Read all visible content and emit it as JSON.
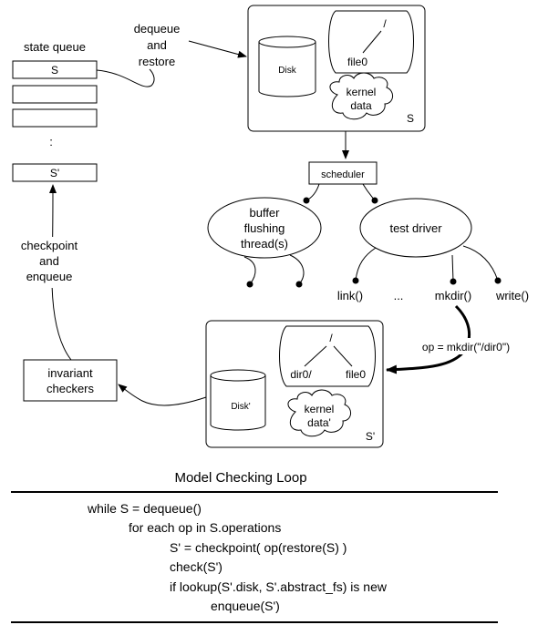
{
  "state_queue": {
    "label": "state queue",
    "first_slot": "S",
    "ellipsis": ":",
    "last_slot": "S'"
  },
  "dequeue_label": [
    "dequeue",
    "and",
    "restore"
  ],
  "checkpoint_label": [
    "checkpoint",
    "and",
    "enqueue"
  ],
  "state_s": {
    "disk": "Disk",
    "root": "/",
    "file": "file0",
    "kernel": [
      "kernel",
      "data"
    ],
    "tag": "S"
  },
  "scheduler": "scheduler",
  "buffer_thread": [
    "buffer",
    "flushing",
    "thread(s)"
  ],
  "test_driver": "test driver",
  "ops": {
    "link": "link()",
    "dots": "...",
    "mkdir": "mkdir()",
    "write": "write()"
  },
  "op_label": "op = mkdir(\"/dir0\")",
  "state_s_prime": {
    "disk": "Disk'",
    "root": "/",
    "dir": "dir0/",
    "file": "file0",
    "kernel": [
      "kernel",
      "data'"
    ],
    "tag": "S'"
  },
  "invariant": [
    "invariant",
    "checkers"
  ],
  "loop_title": "Model Checking Loop",
  "code_lines": [
    "while S = dequeue()",
    "for each op in S.operations",
    "S' =  checkpoint( op(restore(S) )",
    "check(S')",
    "if lookup(S'.disk, S'.abstract_fs) is new",
    "enqueue(S')"
  ]
}
